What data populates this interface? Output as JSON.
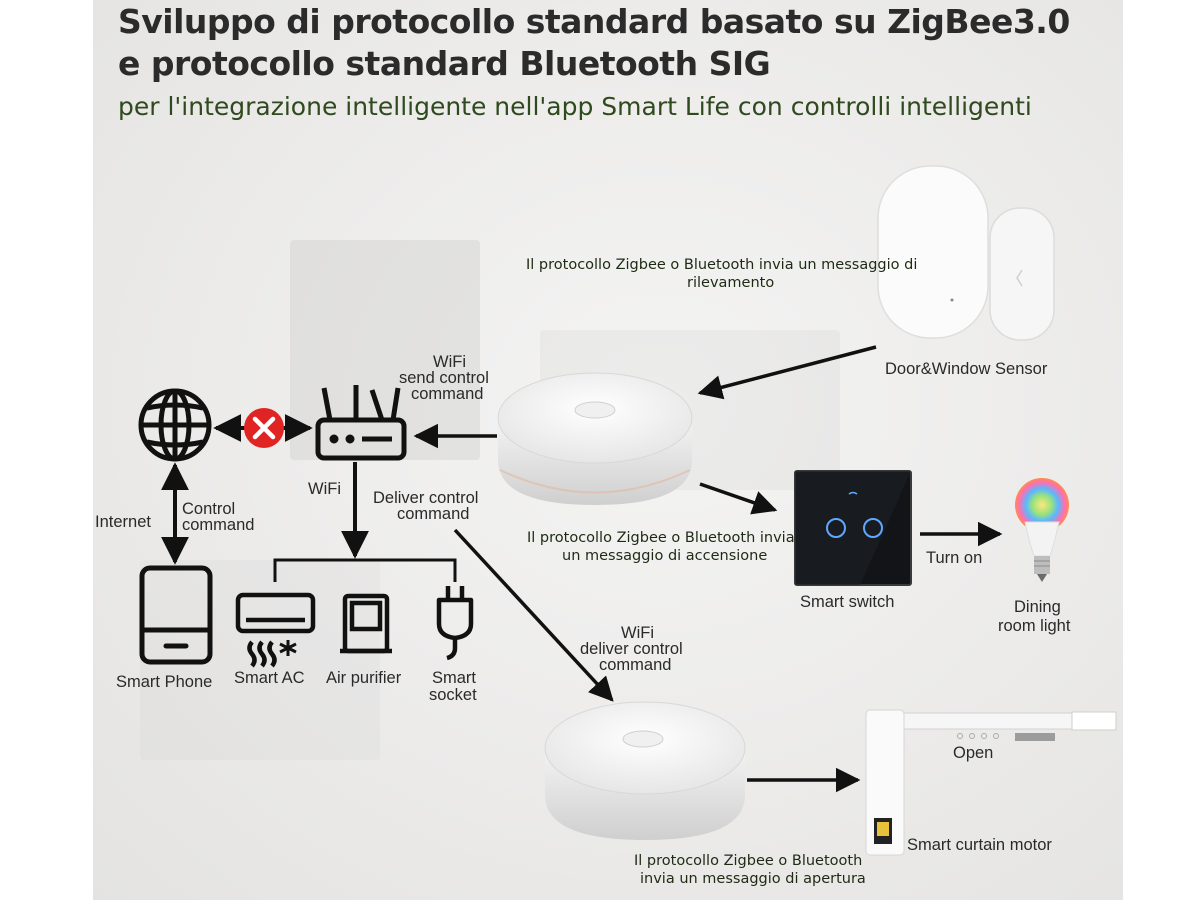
{
  "header": {
    "title_line1": "Sviluppo di protocollo standard basato su ZigBee3.0",
    "title_line2": "e protocollo standard Bluetooth SIG",
    "subtitle": "per l'integrazione intelligente nell'app Smart Life con controlli intelligenti"
  },
  "messages": {
    "detection": "Il protocollo Zigbee o Bluetooth invia un messaggio di",
    "detection_line2": "rilevamento",
    "power_on": "Il protocollo Zigbee o Bluetooth invia",
    "power_on_line2": "un messaggio di accensione",
    "opening": "Il protocollo Zigbee o Bluetooth",
    "opening_line2": "invia un messaggio di apertura"
  },
  "labels": {
    "wifi_send_1": "WiFi",
    "wifi_send_2": "send control",
    "wifi_send_3": "command",
    "wifi": "WiFi",
    "deliver_1": "Deliver control",
    "deliver_2": "command",
    "internet": "Internet",
    "control_1": "Control",
    "control_2": "command",
    "wifi_deliver_1": "WiFi",
    "wifi_deliver_2": "deliver control",
    "wifi_deliver_3": "command",
    "turn_on": "Turn on",
    "open": "Open"
  },
  "devices": {
    "door_sensor": "Door&Window Sensor",
    "smart_switch": "Smart switch",
    "dining_light_1": "Dining",
    "dining_light_2": "room light",
    "smart_phone": "Smart Phone",
    "smart_ac": "Smart AC",
    "air_purifier": "Air purifier",
    "smart_socket_1": "Smart",
    "smart_socket_2": "socket",
    "curtain_motor": "Smart curtain motor"
  },
  "colors": {
    "title": "#2b2b2b",
    "subtitle": "#2f4a1e",
    "blocked": "#e02424",
    "line": "#111111"
  }
}
